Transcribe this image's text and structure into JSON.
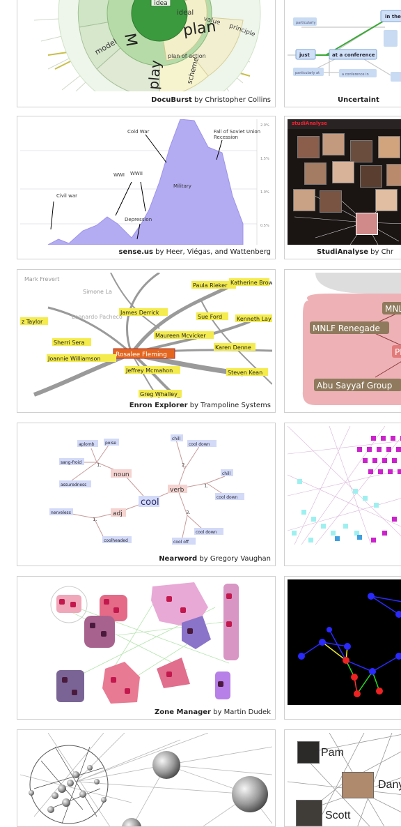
{
  "gallery": [
    {
      "title": "DocuBurst",
      "byline": "by Christopher Collins"
    },
    {
      "title": "Uncertaint",
      "byline": ""
    },
    {
      "title": "sense.us",
      "byline": "by Heer, Viégas, and Wattenberg"
    },
    {
      "title": "StudiAnalyse",
      "byline": "by Chr"
    },
    {
      "title": "Enron Explorer",
      "byline": "by Trampoline Systems"
    },
    {
      "title": "Nearword",
      "byline": "by Gregory Vaughan"
    },
    {
      "title": "Zone Manager",
      "byline": "by Martin Dudek"
    }
  ],
  "docuburst": {
    "words": [
      "idea",
      "plan",
      "ideal",
      "value",
      "principle",
      "model",
      "plan of action",
      "play",
      "scheme"
    ]
  },
  "uncertainty": {
    "words": [
      "particularly",
      "in the",
      "just",
      "at a conference",
      "particularly at",
      "a conference in"
    ]
  },
  "senseus": {
    "annotations": [
      "Cold War",
      "Fall of Soviet Union",
      "Recession",
      "WWI",
      "WWII",
      "Civil war",
      "Military",
      "Depression"
    ],
    "yticks": [
      "2.0%",
      "1.5%",
      "1.0%",
      "0.5%"
    ]
  },
  "studianalyse": {
    "logo": "studiAnalyse"
  },
  "enron": {
    "names": [
      "Mark Frevert",
      "Simone La",
      "Leonardo Pacheco",
      "z Taylor",
      "James Derrick",
      "Paula Rieker",
      "Katherine Brown",
      "Sue Ford",
      "Kenneth Lay",
      "Maureen Mcvicker",
      "Sherri Sera",
      "Karen Denne",
      "Rosalee Fleming",
      "Joannie Williamson",
      "Jeffrey Mcmahon",
      "Steven Kean",
      "Greg Whalley"
    ]
  },
  "groups": {
    "labels": [
      "MNLF Renegade",
      "MNL",
      "Abu Sayyaf Group",
      "PI"
    ]
  },
  "nearword": {
    "center": "cool",
    "pos": [
      "noun",
      "verb",
      "adj"
    ],
    "senses": [
      "1.",
      "2.",
      "1.",
      "3.",
      "1."
    ],
    "words": [
      "aplomb",
      "poise",
      "sang-froid",
      "assuredness",
      "chill",
      "cool down",
      "chill",
      "cool down",
      "nerveless",
      "coolheaded",
      "cool down",
      "cool off"
    ]
  },
  "social": {
    "names": [
      "Pam",
      "Dany",
      "Scott"
    ]
  }
}
